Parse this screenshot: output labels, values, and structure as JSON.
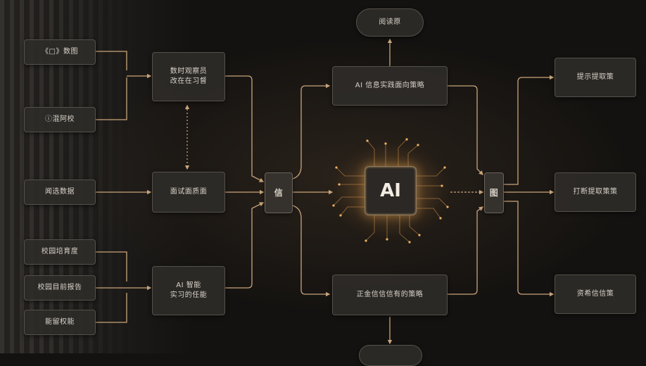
{
  "colors": {
    "background": "#141210",
    "box_fill": "#2e2b28",
    "box_border": "#55504a",
    "connector": "#c9a57a",
    "ai_glow": "#e0a050"
  },
  "nodes": {
    "top_pill": "阅读原",
    "bottom_pill": "",
    "left_in_1": "《□》数图",
    "left_in_2": "ⓘ混阿校",
    "left_in_3": "闻选数据",
    "left_in_4": "校园培育度",
    "left_in_5": "校园目前报告",
    "left_in_6": "能留权能",
    "mid_1": "数时观察员\n改在在习督",
    "mid_2": "面试面质面",
    "mid_3": "AI 智能\n实习的任能",
    "hub_left": "信",
    "hub_right": "图",
    "ai_chip": "AI",
    "center_top": "AI 信息实践面向策略",
    "center_bottom": "正金信信信有的策略",
    "right_1": "提示提取策",
    "right_2": "打断提取策策",
    "right_3": "资希信信策"
  }
}
